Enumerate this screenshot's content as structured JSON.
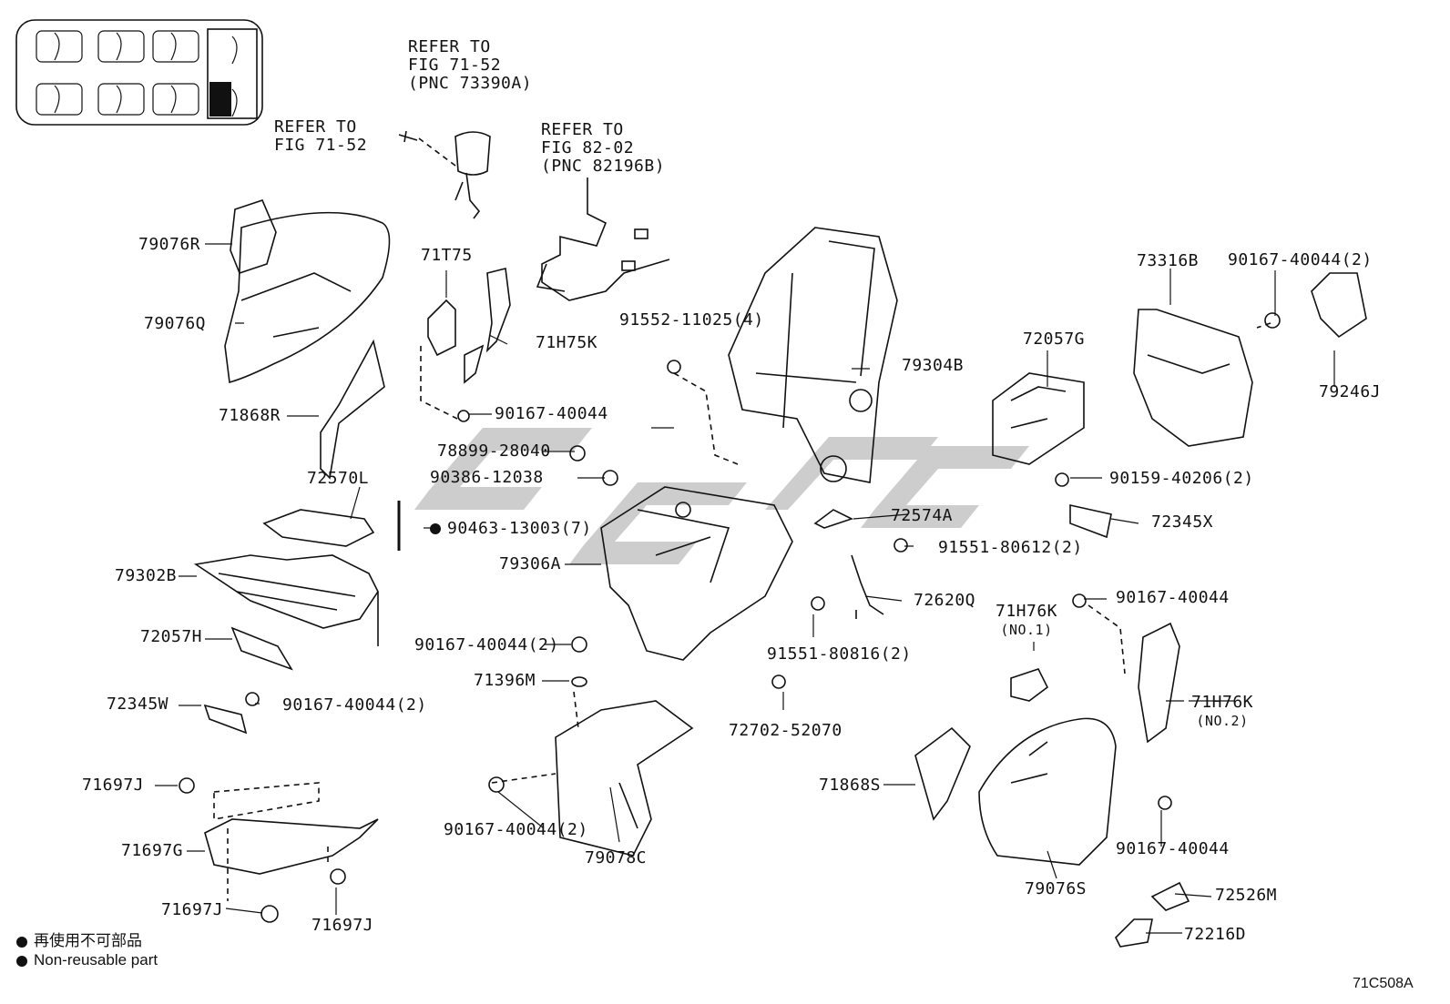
{
  "refs": [
    {
      "id": "ref-71-52-a",
      "lines": [
        "REFER TO",
        "FIG 71-52",
        "(PNC 73390A)"
      ]
    },
    {
      "id": "ref-71-52-b",
      "lines": [
        "REFER TO",
        "FIG 71-52"
      ]
    },
    {
      "id": "ref-82-02",
      "lines": [
        "REFER TO",
        "FIG 82-02",
        "(PNC 82196B)"
      ]
    }
  ],
  "parts": {
    "p79076R": "79076R",
    "p79076Q": "79076Q",
    "p71868R": "71868R",
    "p71T75": "71T75",
    "p71H75K": "71H75K",
    "p90167_40044_a": "90167-40044",
    "p91552_11025": "91552-11025(4)",
    "p79304B": "79304B",
    "p73316B": "73316B",
    "p90167_40044_2a": "90167-40044(2)",
    "p79246J": "79246J",
    "p72057G": "72057G",
    "p78899_28040": "78899-28040",
    "p90386_12038": "90386-12038",
    "p72570L": "72570L",
    "p90463_13003": "90463-13003(7)",
    "p79306A": "79306A",
    "p72574A": "72574A",
    "p90159_40206": "90159-40206(2)",
    "p72345X": "72345X",
    "p91551_80612": "91551-80612(2)",
    "p79302B": "79302B",
    "p72620Q": "72620Q",
    "p90167_40044_b": "90167-40044",
    "p71H76K_1": "71H76K",
    "p71H76K_1_sub": "(NO.1)",
    "p72057H": "72057H",
    "p90167_40044_2b": "90167-40044(2)",
    "p91551_80816": "91551-80816(2)",
    "p71396M": "71396M",
    "p72345W": "72345W",
    "p90167_40044_2c": "90167-40044(2)",
    "p72702_52070": "72702-52070",
    "p71H76K_2": "71H76K",
    "p71H76K_2_sub": "(NO.2)",
    "p71868S": "71868S",
    "p71697J_a": "71697J",
    "p71697G": "71697G",
    "p90167_40044_2d": "90167-40044(2)",
    "p79078C": "79078C",
    "p90167_40044_c": "90167-40044",
    "p79076S": "79076S",
    "p71697J_b": "71697J",
    "p71697J_c": "71697J",
    "p72526M": "72526M",
    "p72216D": "72216D"
  },
  "legend": {
    "jp": "再使用不可部品",
    "en": "Non-reusable part"
  },
  "figure_code": "71C508A"
}
